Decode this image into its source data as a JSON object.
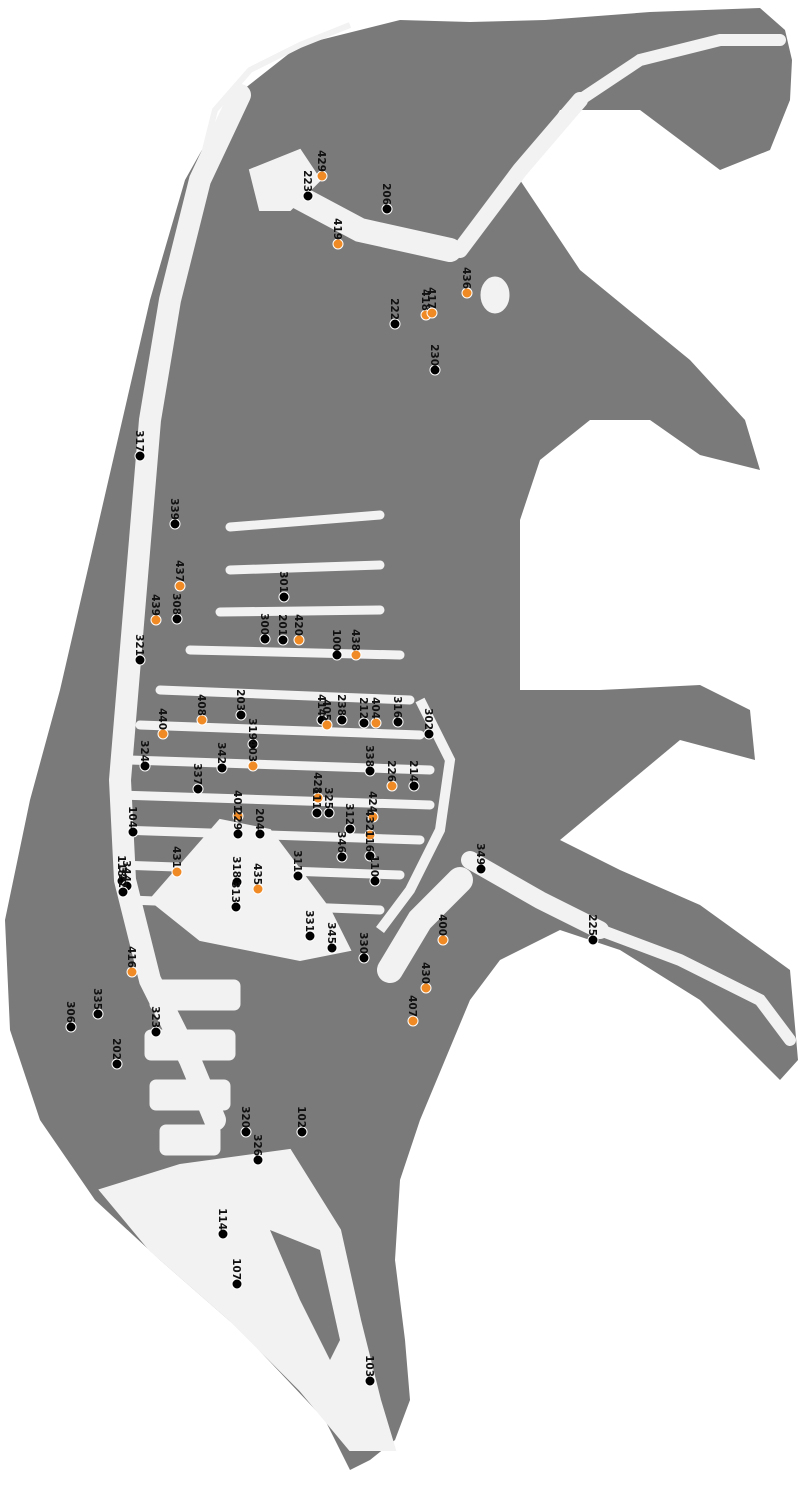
{
  "colors": {
    "silhouette": "#7a7a7a",
    "bone": "#f2f2f2",
    "marker_black": "#000000",
    "marker_orange": "#f08a24"
  },
  "markers": [
    {
      "label": "429",
      "type": "orange"
    },
    {
      "label": "223",
      "type": "black"
    },
    {
      "label": "206",
      "type": "black"
    },
    {
      "label": "419",
      "type": "orange"
    },
    {
      "label": "436",
      "type": "orange"
    },
    {
      "label": "418",
      "type": "orange"
    },
    {
      "label": "417",
      "type": "orange"
    },
    {
      "label": "222",
      "type": "black"
    },
    {
      "label": "230",
      "type": "black"
    },
    {
      "label": "317",
      "type": "black"
    },
    {
      "label": "339",
      "type": "black"
    },
    {
      "label": "437",
      "type": "orange"
    },
    {
      "label": "301",
      "type": "black"
    },
    {
      "label": "439",
      "type": "orange"
    },
    {
      "label": "308",
      "type": "black"
    },
    {
      "label": "300",
      "type": "black"
    },
    {
      "label": "201",
      "type": "black"
    },
    {
      "label": "420",
      "type": "orange"
    },
    {
      "label": "100",
      "type": "black"
    },
    {
      "label": "438",
      "type": "orange"
    },
    {
      "label": "321",
      "type": "black"
    },
    {
      "label": "440",
      "type": "orange"
    },
    {
      "label": "408",
      "type": "orange"
    },
    {
      "label": "203",
      "type": "black"
    },
    {
      "label": "414",
      "type": "black"
    },
    {
      "label": "405",
      "type": "orange"
    },
    {
      "label": "238",
      "type": "black"
    },
    {
      "label": "212",
      "type": "black"
    },
    {
      "label": "404",
      "type": "orange"
    },
    {
      "label": "316",
      "type": "black"
    },
    {
      "label": "302",
      "type": "black"
    },
    {
      "label": "324",
      "type": "black"
    },
    {
      "label": "342",
      "type": "black"
    },
    {
      "label": "319",
      "type": "black"
    },
    {
      "label": "403",
      "type": "orange"
    },
    {
      "label": "338",
      "type": "black"
    },
    {
      "label": "226",
      "type": "orange"
    },
    {
      "label": "214",
      "type": "black"
    },
    {
      "label": "337",
      "type": "black"
    },
    {
      "label": "428",
      "type": "orange"
    },
    {
      "label": "111",
      "type": "black"
    },
    {
      "label": "325",
      "type": "black"
    },
    {
      "label": "424",
      "type": "orange"
    },
    {
      "label": "104",
      "type": "black"
    },
    {
      "label": "401",
      "type": "orange"
    },
    {
      "label": "229",
      "type": "black"
    },
    {
      "label": "204",
      "type": "black"
    },
    {
      "label": "312",
      "type": "black"
    },
    {
      "label": "432",
      "type": "orange"
    },
    {
      "label": "346",
      "type": "black"
    },
    {
      "label": "116",
      "type": "black"
    },
    {
      "label": "349",
      "type": "black"
    },
    {
      "label": "118",
      "type": "black"
    },
    {
      "label": "344",
      "type": "black"
    },
    {
      "label": "431",
      "type": "orange"
    },
    {
      "label": "322",
      "type": "black"
    },
    {
      "label": "318",
      "type": "black"
    },
    {
      "label": "313",
      "type": "black"
    },
    {
      "label": "435",
      "type": "orange"
    },
    {
      "label": "311",
      "type": "black"
    },
    {
      "label": "110",
      "type": "black"
    },
    {
      "label": "331",
      "type": "black"
    },
    {
      "label": "345",
      "type": "black"
    },
    {
      "label": "330",
      "type": "black"
    },
    {
      "label": "400",
      "type": "orange"
    },
    {
      "label": "225",
      "type": "black"
    },
    {
      "label": "416",
      "type": "orange"
    },
    {
      "label": "430",
      "type": "orange"
    },
    {
      "label": "407",
      "type": "orange"
    },
    {
      "label": "306",
      "type": "black"
    },
    {
      "label": "335",
      "type": "black"
    },
    {
      "label": "323",
      "type": "black"
    },
    {
      "label": "202",
      "type": "black"
    },
    {
      "label": "320",
      "type": "black"
    },
    {
      "label": "102",
      "type": "black"
    },
    {
      "label": "326",
      "type": "black"
    },
    {
      "label": "114",
      "type": "black"
    },
    {
      "label": "107",
      "type": "black"
    },
    {
      "label": "103",
      "type": "black"
    }
  ]
}
